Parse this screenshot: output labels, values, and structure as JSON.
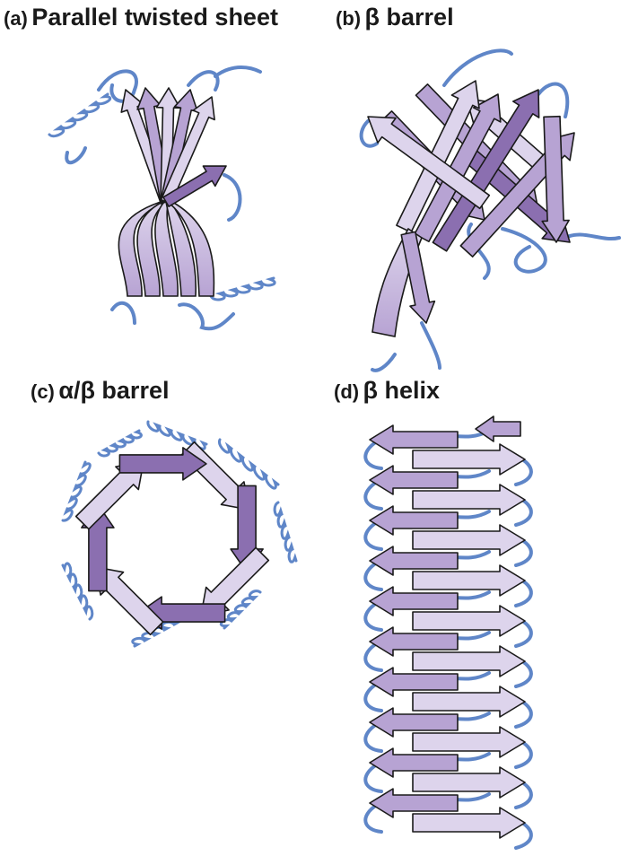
{
  "panels": [
    {
      "letter": "(a)",
      "name": "Parallel twisted sheet"
    },
    {
      "letter": "(b)",
      "name": "β barrel"
    },
    {
      "letter": "(c)",
      "name": "α/β barrel"
    },
    {
      "letter": "(d)",
      "name": "β helix"
    }
  ],
  "colors": {
    "strand_light": "#ddd4ec",
    "strand_mid": "#b7a3d3",
    "strand_dark": "#8b6fb0",
    "coil": "#5f86c8",
    "outline": "#1a1a1a"
  }
}
